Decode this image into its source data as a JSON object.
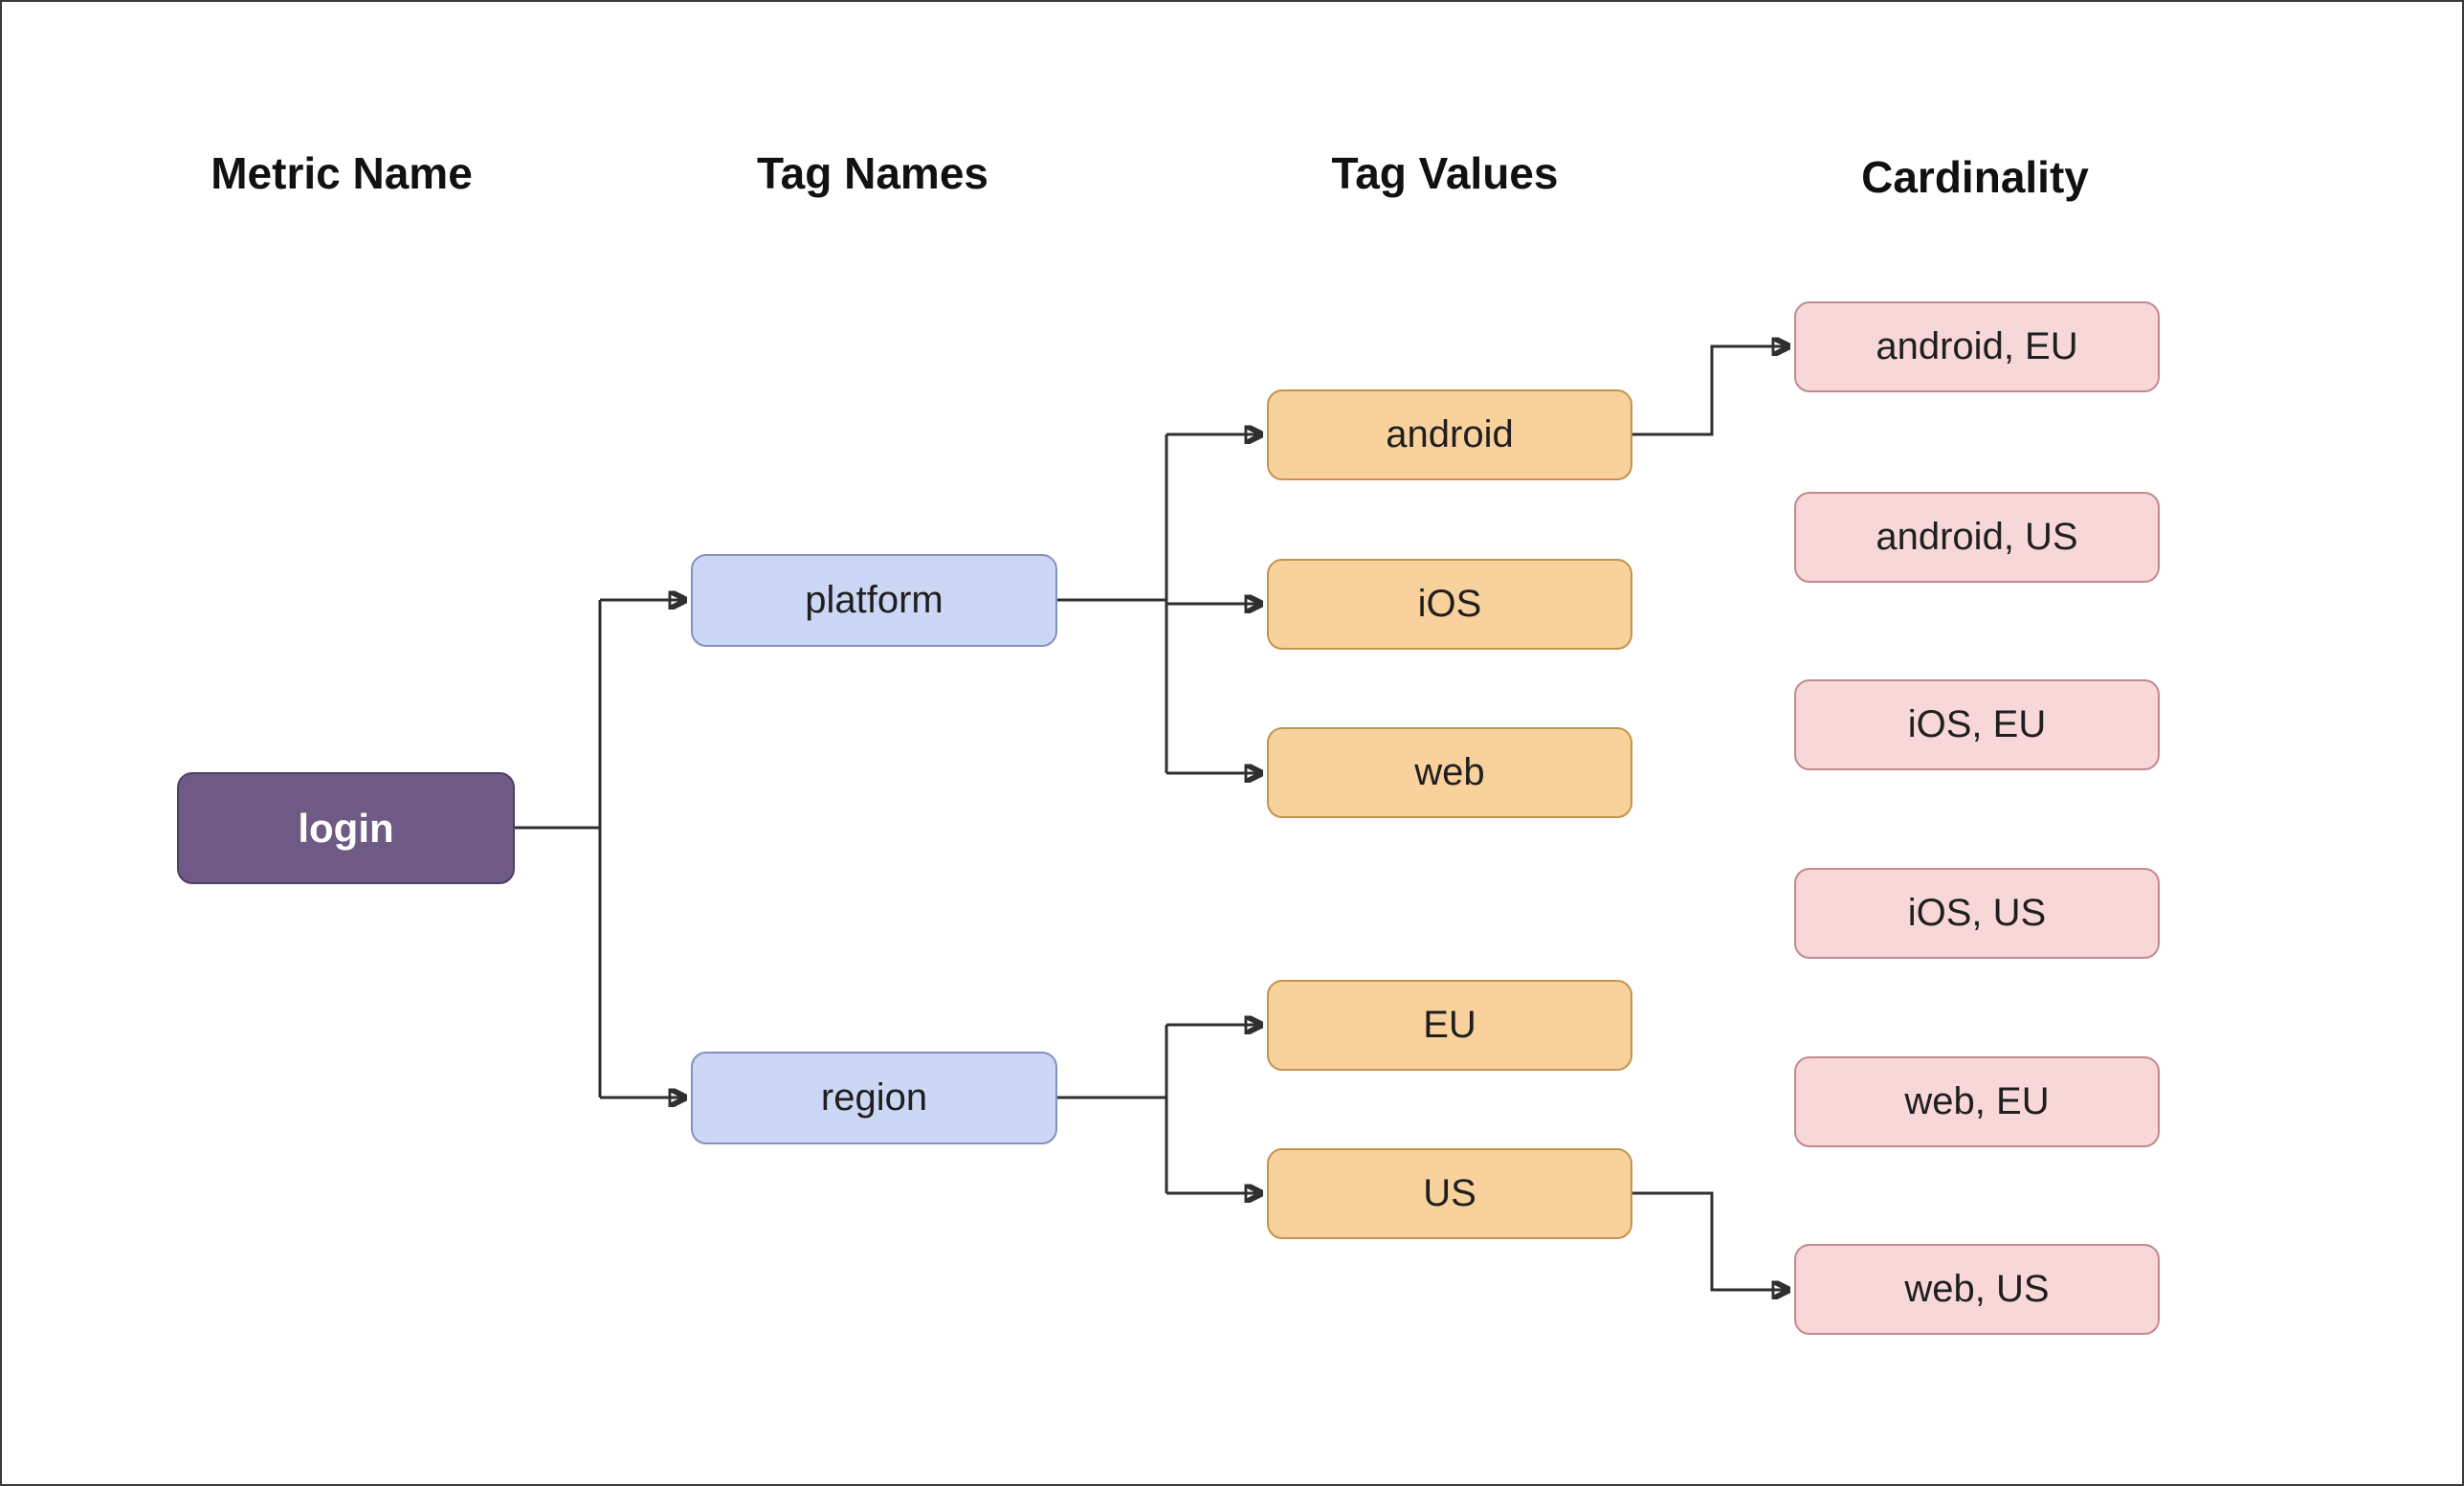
{
  "columns": [
    {
      "label": "Metric Name"
    },
    {
      "label": "Tag Names"
    },
    {
      "label": "Tag Values"
    },
    {
      "label": "Cardinality"
    }
  ],
  "nodes": {
    "login": {
      "label": "login"
    },
    "platform": {
      "label": "platform"
    },
    "region": {
      "label": "region"
    },
    "android": {
      "label": "android"
    },
    "ios": {
      "label": "iOS"
    },
    "web": {
      "label": "web"
    },
    "eu": {
      "label": "EU"
    },
    "us": {
      "label": "US"
    },
    "android_eu": {
      "label": "android, EU"
    },
    "android_us": {
      "label": "android, US"
    },
    "ios_eu": {
      "label": "iOS, EU"
    },
    "ios_us": {
      "label": "iOS, US"
    },
    "web_eu": {
      "label": "web, EU"
    },
    "web_us": {
      "label": "web, US"
    }
  },
  "edges": [
    {
      "from": "login",
      "to": "platform"
    },
    {
      "from": "login",
      "to": "region"
    },
    {
      "from": "platform",
      "to": "android"
    },
    {
      "from": "platform",
      "to": "iOS"
    },
    {
      "from": "platform",
      "to": "web"
    },
    {
      "from": "region",
      "to": "EU"
    },
    {
      "from": "region",
      "to": "US"
    },
    {
      "from": "android",
      "to": "android, EU"
    },
    {
      "from": "US",
      "to": "web, US"
    }
  ],
  "colors": {
    "metric_fill": "#6e5a84",
    "tag_name_fill": "#ccd6f5",
    "tag_value_fill": "#f8d19c",
    "cardinality_fill": "#f8d7d8",
    "edge_color": "#2f2f2f",
    "background": "#ffffff"
  }
}
